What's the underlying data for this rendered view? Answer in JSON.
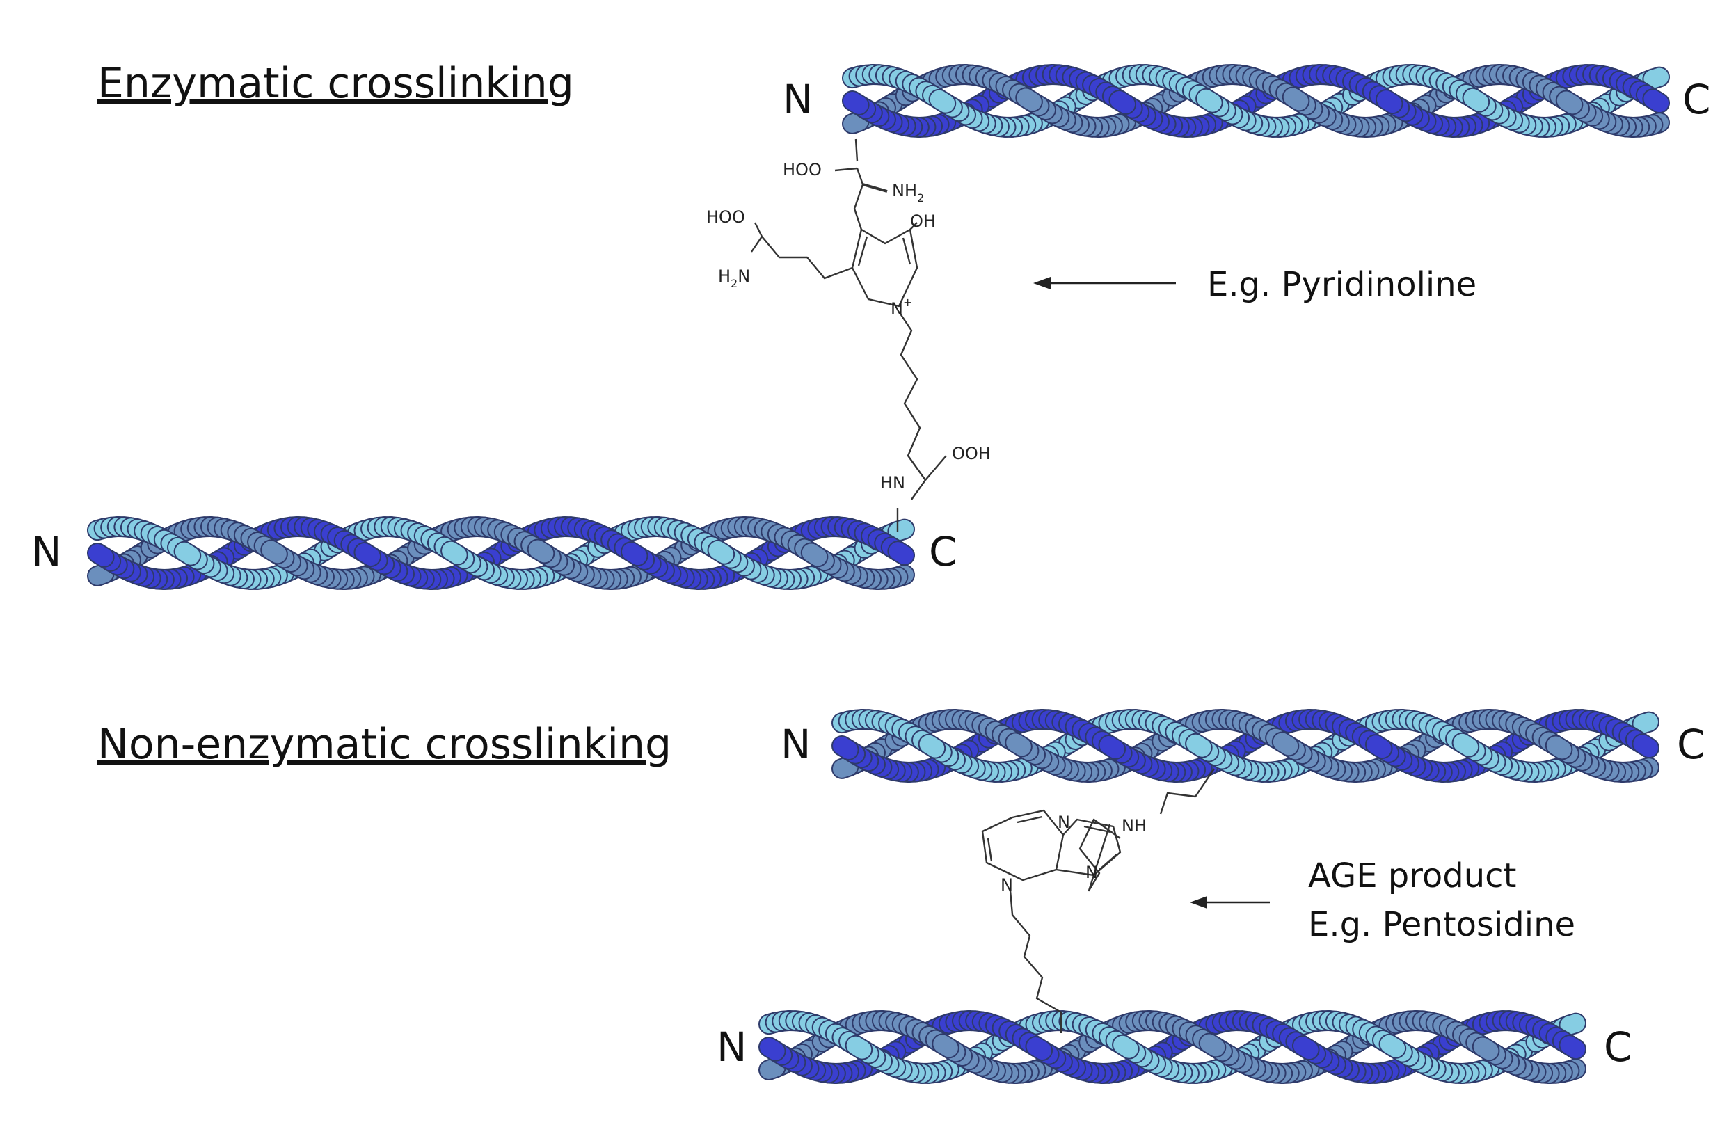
{
  "enzymatic": {
    "heading": "Enzymatic crosslinking",
    "example": "E.g. Pyridinoline",
    "top_fibril": {
      "n": "N",
      "c": "C"
    },
    "bottom_fibril": {
      "n": "N",
      "c": "C"
    },
    "atoms": {
      "hoo1": "HOO",
      "nh2_a": "NH",
      "nh2_a_sub": "2",
      "oh": "OH",
      "hoo2": "HOO",
      "h2n": "H",
      "h2n_sub": "2",
      "h2n_n": "N",
      "nplus": "N",
      "plus": "+",
      "ooh": "OOH",
      "hn": "HN"
    }
  },
  "nonenzymatic": {
    "heading": "Non-enzymatic crosslinking",
    "example_line1": "AGE product",
    "example_line2": "E.g. Pentosidine",
    "top_fibril": {
      "n": "N",
      "c": "C"
    },
    "bottom_fibril": {
      "n": "N",
      "c": "C"
    },
    "atoms": {
      "n1": "N",
      "nh": "NH",
      "n2": "N",
      "n3": "N"
    }
  },
  "colors": {
    "strand_dark": "#3a3fd0",
    "strand_mid": "#6b8fbd",
    "strand_light": "#86cde3",
    "outline": "#2e3a6a"
  }
}
